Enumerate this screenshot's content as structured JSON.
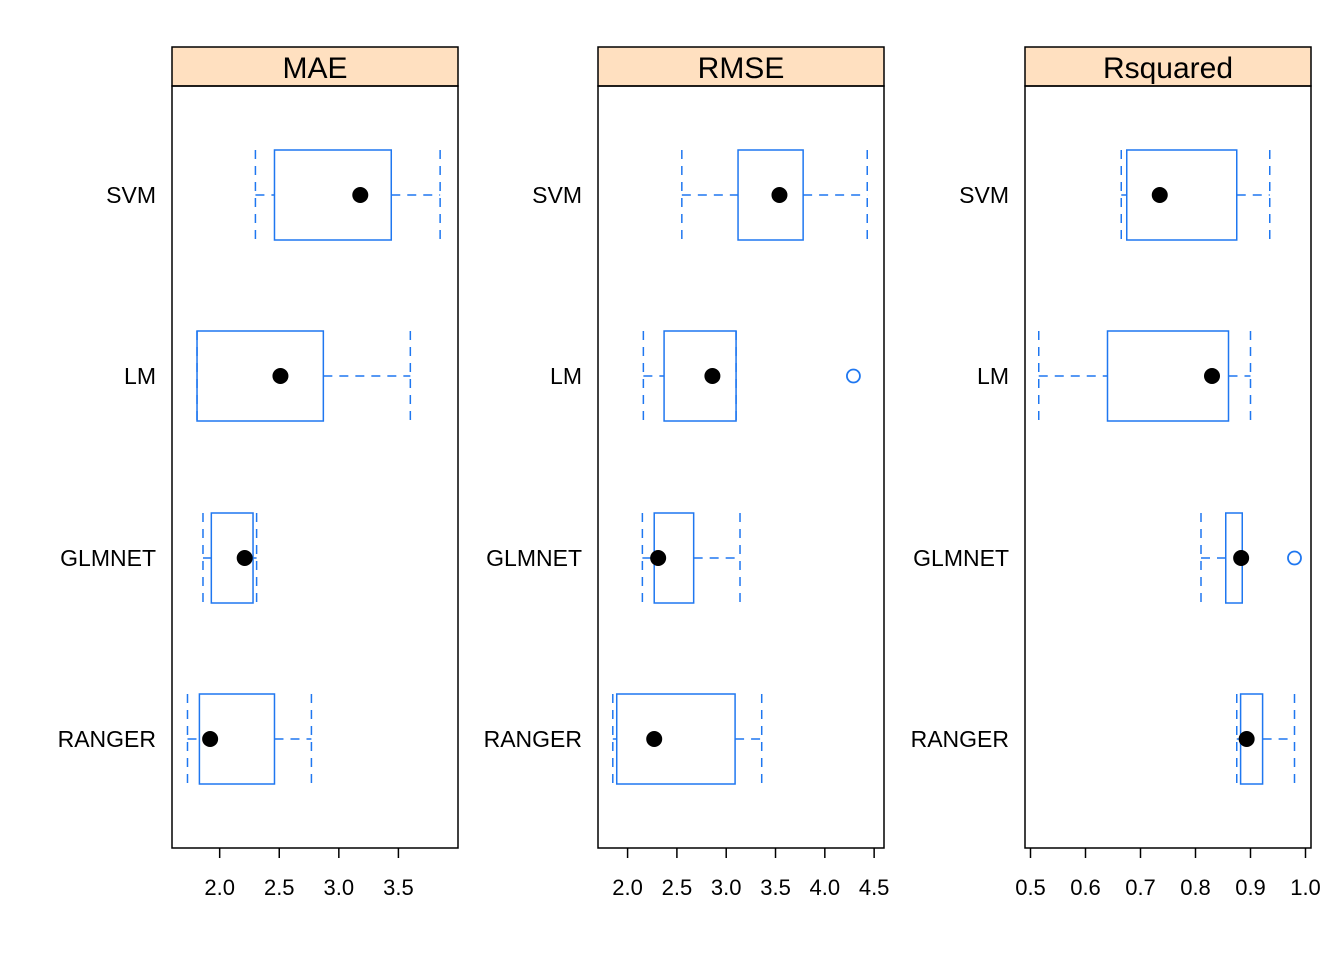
{
  "colors": {
    "strip_fill": "#FFE0C0",
    "box_line": "#1F77F0",
    "median_dot": "#000000",
    "frame": "#000000"
  },
  "chart_data": [
    {
      "type": "boxplot",
      "orientation": "horizontal",
      "title": "MAE",
      "categories": [
        "SVM",
        "LM",
        "GLMNET",
        "RANGER"
      ],
      "x_ticks": [
        2.0,
        2.5,
        3.0,
        3.5
      ],
      "x_tick_labels": [
        "2.0",
        "2.5",
        "3.0",
        "3.5"
      ],
      "xlim": [
        1.6,
        4.0
      ],
      "boxes": [
        {
          "name": "SVM",
          "whisker_low": 2.3,
          "q1": 2.46,
          "median": 3.18,
          "q3": 3.44,
          "whisker_high": 3.85,
          "outliers": []
        },
        {
          "name": "LM",
          "whisker_low": 1.81,
          "q1": 1.81,
          "median": 2.51,
          "q3": 2.87,
          "whisker_high": 3.6,
          "outliers": []
        },
        {
          "name": "GLMNET",
          "whisker_low": 1.86,
          "q1": 1.93,
          "median": 2.21,
          "q3": 2.28,
          "whisker_high": 2.31,
          "outliers": []
        },
        {
          "name": "RANGER",
          "whisker_low": 1.73,
          "q1": 1.83,
          "median": 1.92,
          "q3": 2.46,
          "whisker_high": 2.77,
          "outliers": []
        }
      ]
    },
    {
      "type": "boxplot",
      "orientation": "horizontal",
      "title": "RMSE",
      "categories": [
        "SVM",
        "LM",
        "GLMNET",
        "RANGER"
      ],
      "x_ticks": [
        2.0,
        2.5,
        3.0,
        3.5,
        4.0,
        4.5
      ],
      "x_tick_labels": [
        "2.0",
        "2.5",
        "3.0",
        "3.5",
        "4.0",
        "4.5"
      ],
      "xlim": [
        1.7,
        4.6
      ],
      "boxes": [
        {
          "name": "SVM",
          "whisker_low": 2.55,
          "q1": 3.12,
          "median": 3.54,
          "q3": 3.78,
          "whisker_high": 4.43,
          "outliers": []
        },
        {
          "name": "LM",
          "whisker_low": 2.16,
          "q1": 2.37,
          "median": 2.86,
          "q3": 3.1,
          "whisker_high": 3.1,
          "outliers": [
            4.29
          ]
        },
        {
          "name": "GLMNET",
          "whisker_low": 2.15,
          "q1": 2.27,
          "median": 2.31,
          "q3": 2.67,
          "whisker_high": 3.14,
          "outliers": []
        },
        {
          "name": "RANGER",
          "whisker_low": 1.85,
          "q1": 1.89,
          "median": 2.27,
          "q3": 3.09,
          "whisker_high": 3.36,
          "outliers": []
        }
      ]
    },
    {
      "type": "boxplot",
      "orientation": "horizontal",
      "title": "Rsquared",
      "categories": [
        "SVM",
        "LM",
        "GLMNET",
        "RANGER"
      ],
      "x_ticks": [
        0.5,
        0.6,
        0.7,
        0.8,
        0.9,
        1.0
      ],
      "x_tick_labels": [
        "0.5",
        "0.6",
        "0.7",
        "0.8",
        "0.9",
        "1.0"
      ],
      "xlim": [
        0.49,
        1.01
      ],
      "boxes": [
        {
          "name": "SVM",
          "whisker_low": 0.665,
          "q1": 0.675,
          "median": 0.735,
          "q3": 0.875,
          "whisker_high": 0.935,
          "outliers": []
        },
        {
          "name": "LM",
          "whisker_low": 0.515,
          "q1": 0.64,
          "median": 0.83,
          "q3": 0.86,
          "whisker_high": 0.9,
          "outliers": []
        },
        {
          "name": "GLMNET",
          "whisker_low": 0.81,
          "q1": 0.855,
          "median": 0.883,
          "q3": 0.885,
          "whisker_high": 0.885,
          "outliers": [
            0.98
          ]
        },
        {
          "name": "RANGER",
          "whisker_low": 0.875,
          "q1": 0.882,
          "median": 0.893,
          "q3": 0.922,
          "whisker_high": 0.98,
          "outliers": []
        }
      ]
    }
  ]
}
